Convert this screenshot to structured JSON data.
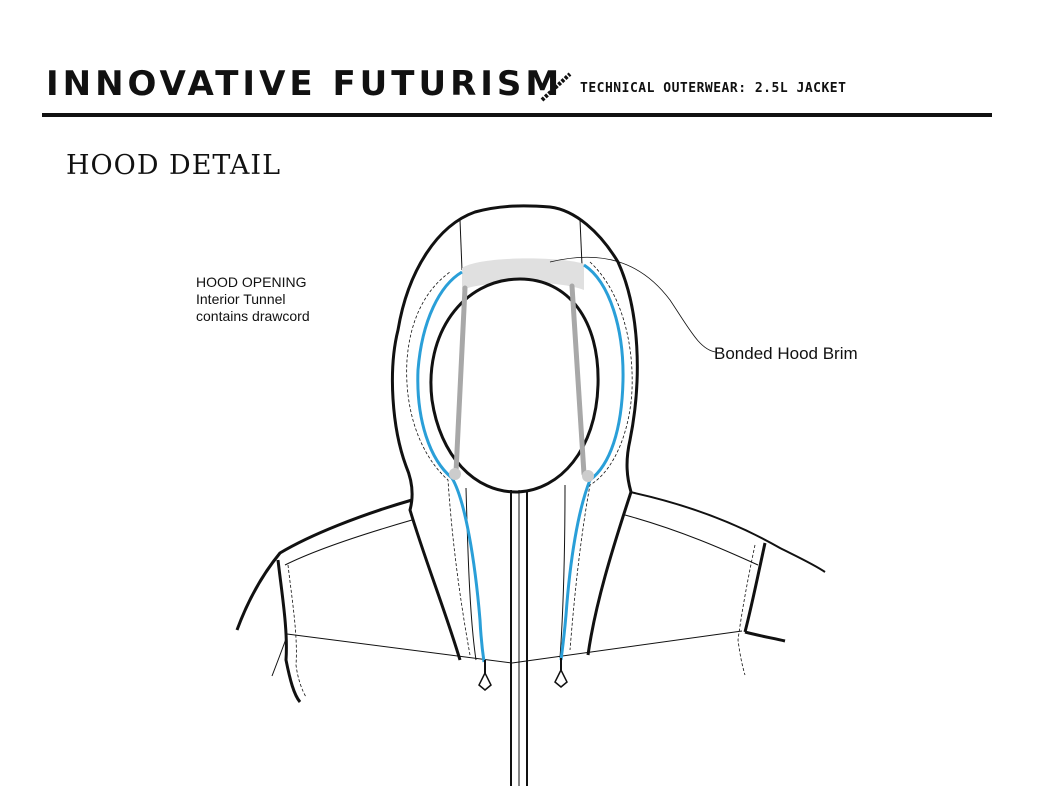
{
  "header": {
    "brand": "INNOVATIVE FUTURISM",
    "subtitle": "TECHNICAL OUTERWEAR: 2.5L JACKET"
  },
  "section": {
    "title": "HOOD DETAIL"
  },
  "callouts": {
    "hood_opening": {
      "title": "HOOD OPENING",
      "line1": "Interior Tunnel",
      "line2": "contains drawcord"
    },
    "brim": {
      "label": "Bonded Hood Brim"
    }
  },
  "colors": {
    "ink": "#111111",
    "drawcord": "#2a9fd8",
    "brim": "#e0e0e0",
    "cord_gray": "#a8a8a8"
  },
  "icons": {
    "divider": "diagonal-slash-icon"
  }
}
